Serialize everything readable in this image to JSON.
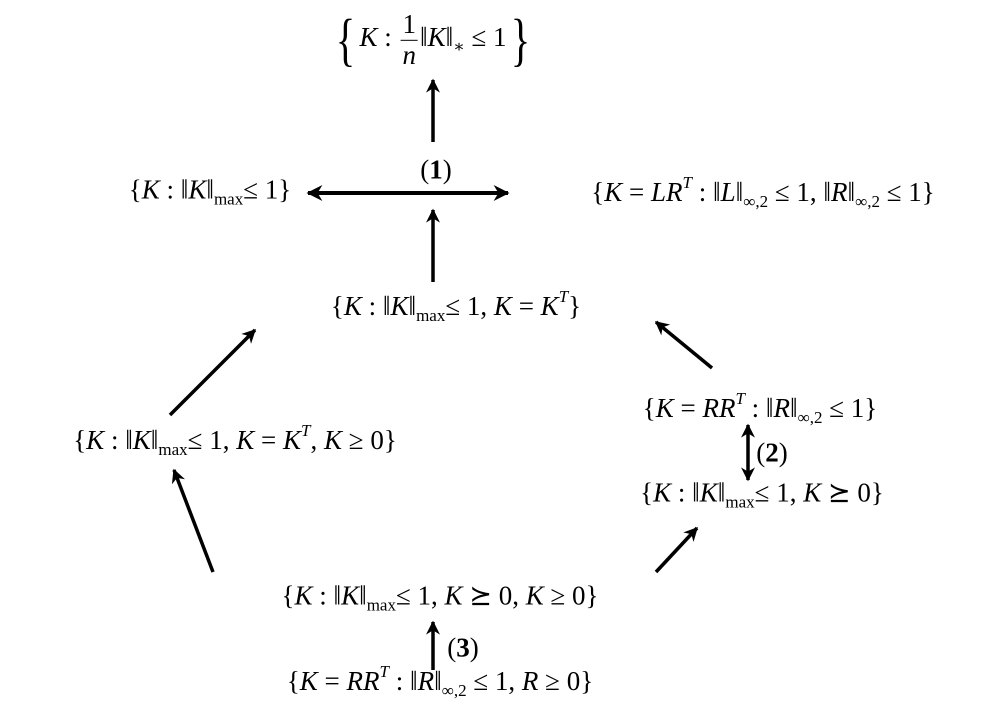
{
  "nodes": [
    {
      "name": "node-nuclear-norm-ball",
      "segs": [
        {
          "t": "{",
          "s": "big"
        },
        {
          "t": "K",
          "s": "i"
        },
        {
          "t": " : ",
          "s": ""
        },
        {
          "num": "1",
          "den": "n",
          "s": "frac"
        },
        {
          "t": "‖",
          "s": ""
        },
        {
          "t": "K",
          "s": "i"
        },
        {
          "t": "‖",
          "s": ""
        },
        {
          "t": "∗",
          "s": "sub"
        },
        {
          "t": " ≤ 1",
          "s": ""
        },
        {
          "t": "}",
          "s": "big"
        }
      ]
    },
    {
      "name": "node-max-norm-ball",
      "segs": [
        {
          "t": "{",
          "s": ""
        },
        {
          "t": "K",
          "s": "i"
        },
        {
          "t": " : ‖",
          "s": ""
        },
        {
          "t": "K",
          "s": "i"
        },
        {
          "t": "‖",
          "s": ""
        },
        {
          "t": "max",
          "s": "sub"
        },
        {
          "t": "≤ 1}",
          "s": ""
        }
      ]
    },
    {
      "name": "node-factorization-lr",
      "segs": [
        {
          "t": "{",
          "s": ""
        },
        {
          "t": "K",
          "s": "i"
        },
        {
          "t": " = ",
          "s": ""
        },
        {
          "t": "LR",
          "s": "i"
        },
        {
          "t": "T",
          "s": "sup"
        },
        {
          "t": " : ‖",
          "s": ""
        },
        {
          "t": "L",
          "s": "i"
        },
        {
          "t": "‖",
          "s": ""
        },
        {
          "t": "∞,2",
          "s": "sub"
        },
        {
          "t": " ≤ 1,  ‖",
          "s": ""
        },
        {
          "t": "R",
          "s": "i"
        },
        {
          "t": "‖",
          "s": ""
        },
        {
          "t": "∞,2",
          "s": "sub"
        },
        {
          "t": " ≤ 1}",
          "s": ""
        }
      ]
    },
    {
      "name": "node-symmetric",
      "segs": [
        {
          "t": "{",
          "s": ""
        },
        {
          "t": "K",
          "s": "i"
        },
        {
          "t": " : ‖",
          "s": ""
        },
        {
          "t": "K",
          "s": "i"
        },
        {
          "t": "‖",
          "s": ""
        },
        {
          "t": "max",
          "s": "sub"
        },
        {
          "t": "≤ 1,  ",
          "s": ""
        },
        {
          "t": "K",
          "s": "i"
        },
        {
          "t": " = ",
          "s": ""
        },
        {
          "t": "K",
          "s": "i"
        },
        {
          "t": "T",
          "s": "sup"
        },
        {
          "t": "}",
          "s": ""
        }
      ]
    },
    {
      "name": "node-symmetric-nonnegative",
      "segs": [
        {
          "t": "{",
          "s": ""
        },
        {
          "t": "K",
          "s": "i"
        },
        {
          "t": " : ‖",
          "s": ""
        },
        {
          "t": "K",
          "s": "i"
        },
        {
          "t": "‖",
          "s": ""
        },
        {
          "t": "max",
          "s": "sub"
        },
        {
          "t": "≤ 1,  ",
          "s": ""
        },
        {
          "t": "K",
          "s": "i"
        },
        {
          "t": " = ",
          "s": ""
        },
        {
          "t": "K",
          "s": "i"
        },
        {
          "t": "T",
          "s": "sup"
        },
        {
          "t": ",  ",
          "s": ""
        },
        {
          "t": "K",
          "s": "i"
        },
        {
          "t": " ≥ 0}",
          "s": ""
        }
      ]
    },
    {
      "name": "node-factorization-rr",
      "segs": [
        {
          "t": "{",
          "s": ""
        },
        {
          "t": "K",
          "s": "i"
        },
        {
          "t": " = ",
          "s": ""
        },
        {
          "t": "RR",
          "s": "i"
        },
        {
          "t": "T",
          "s": "sup"
        },
        {
          "t": " : ‖",
          "s": ""
        },
        {
          "t": "R",
          "s": "i"
        },
        {
          "t": "‖",
          "s": ""
        },
        {
          "t": "∞,2",
          "s": "sub"
        },
        {
          "t": " ≤ 1}",
          "s": ""
        }
      ]
    },
    {
      "name": "node-psd",
      "segs": [
        {
          "t": "{",
          "s": ""
        },
        {
          "t": "K",
          "s": "i"
        },
        {
          "t": " : ‖",
          "s": ""
        },
        {
          "t": "K",
          "s": "i"
        },
        {
          "t": "‖",
          "s": ""
        },
        {
          "t": "max",
          "s": "sub"
        },
        {
          "t": "≤ 1,  ",
          "s": ""
        },
        {
          "t": "K",
          "s": "i"
        },
        {
          "t": " ⪰ 0}",
          "s": ""
        }
      ]
    },
    {
      "name": "node-psd-nonnegative",
      "segs": [
        {
          "t": "{",
          "s": ""
        },
        {
          "t": "K",
          "s": "i"
        },
        {
          "t": " : ‖",
          "s": ""
        },
        {
          "t": "K",
          "s": "i"
        },
        {
          "t": "‖",
          "s": ""
        },
        {
          "t": "max",
          "s": "sub"
        },
        {
          "t": "≤ 1,  ",
          "s": ""
        },
        {
          "t": "K",
          "s": "i"
        },
        {
          "t": " ⪰ 0,  ",
          "s": ""
        },
        {
          "t": "K",
          "s": "i"
        },
        {
          "t": " ≥ 0}",
          "s": ""
        }
      ]
    },
    {
      "name": "node-factorization-rr-nonnegative",
      "segs": [
        {
          "t": "{",
          "s": ""
        },
        {
          "t": "K",
          "s": "i"
        },
        {
          "t": " = ",
          "s": ""
        },
        {
          "t": "RR",
          "s": "i"
        },
        {
          "t": "T",
          "s": "sup"
        },
        {
          "t": " : ‖",
          "s": ""
        },
        {
          "t": "R",
          "s": "i"
        },
        {
          "t": "‖",
          "s": ""
        },
        {
          "t": "∞,2",
          "s": "sub"
        },
        {
          "t": " ≤ 1,  ",
          "s": ""
        },
        {
          "t": "R",
          "s": "i"
        },
        {
          "t": " ≥ 0}",
          "s": ""
        }
      ]
    }
  ],
  "labels": {
    "eq1": {
      "open": "(",
      "num": "1",
      "close": ")"
    },
    "eq2": {
      "open": "(",
      "num": "2",
      "close": ")"
    },
    "eq3": {
      "open": "(",
      "num": "3",
      "close": ")"
    }
  },
  "arrow_color": "#000000"
}
